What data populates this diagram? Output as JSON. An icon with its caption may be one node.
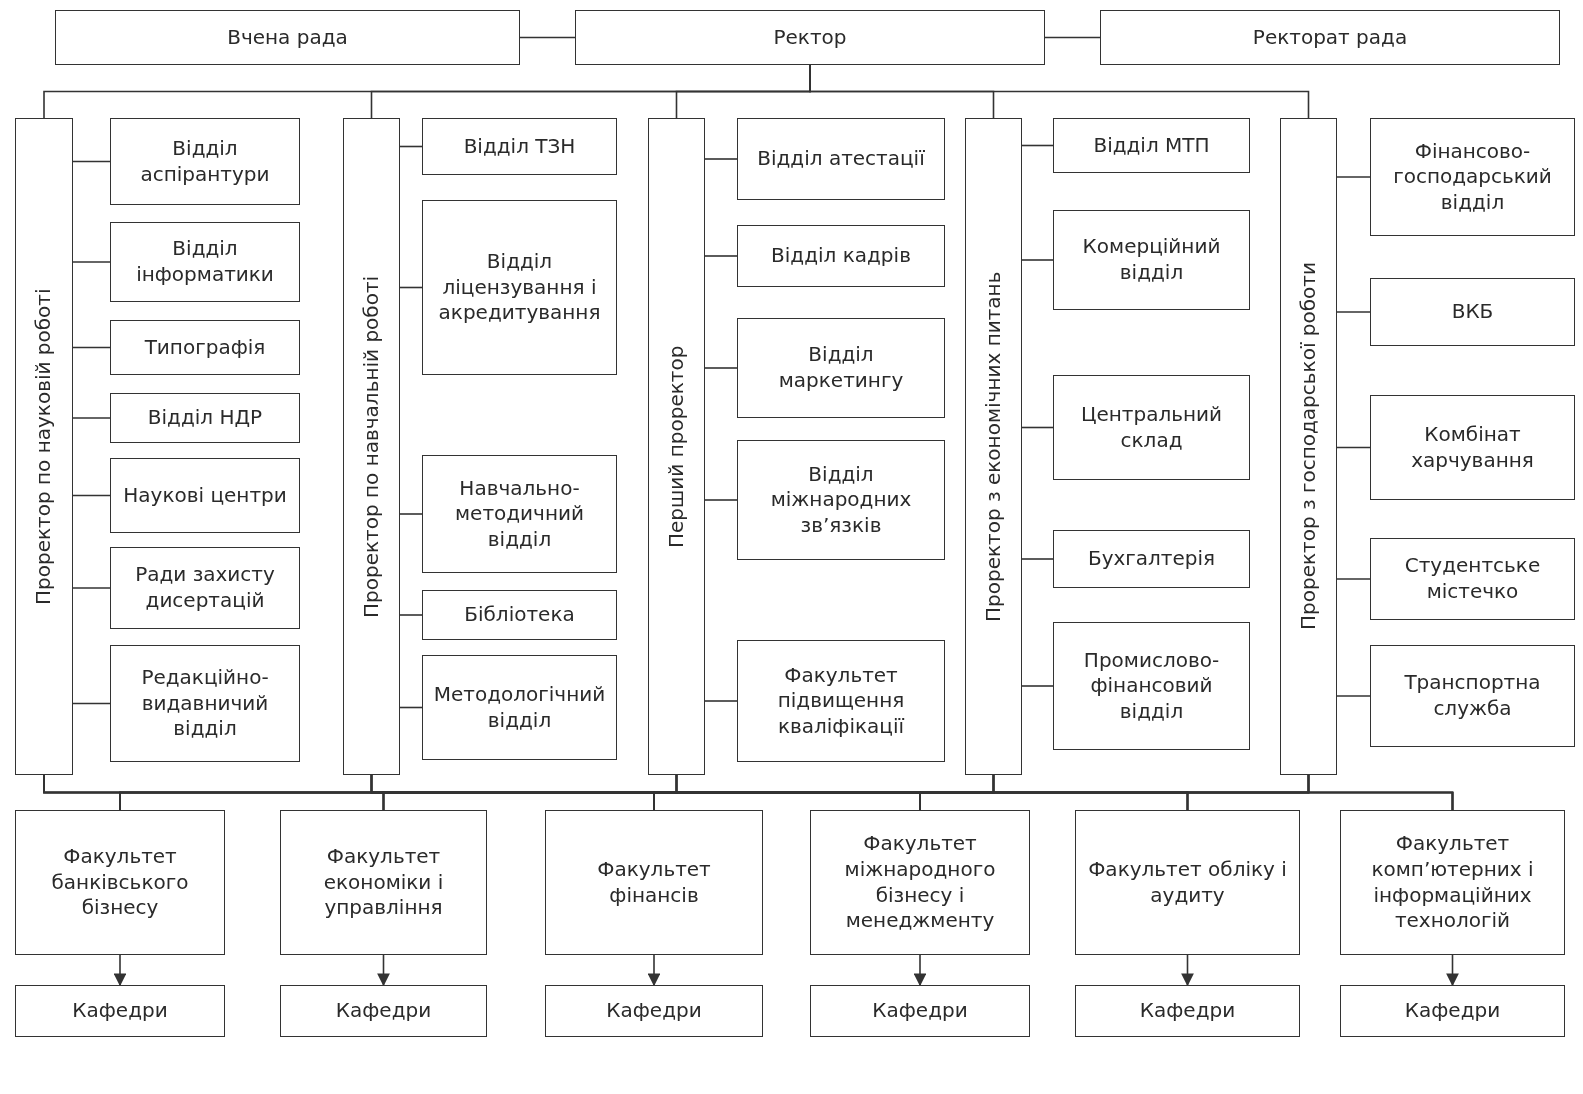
{
  "diagram": {
    "nodes": [
      {
        "text": [
          "Вчена рада"
        ]
      },
      {
        "text": [
          "Ректор"
        ]
      },
      {
        "text": [
          "Ректорат рада"
        ]
      },
      {
        "text": [
          "Проректор по науковій роботі"
        ]
      },
      {
        "text": [
          "Відділ аспірантури"
        ]
      },
      {
        "text": [
          "Відділ інформатики"
        ]
      },
      {
        "text": [
          "Типографія"
        ]
      },
      {
        "text": [
          "Відділ НДР"
        ]
      },
      {
        "text": [
          "Наукові центри"
        ]
      },
      {
        "text": [
          "Ради захисту дисертацій"
        ]
      },
      {
        "text": [
          "Редакційно-видавничий відділ"
        ]
      },
      {
        "text": [
          "Проректор по навчальній роботі"
        ]
      },
      {
        "text": [
          "Відділ ТЗН"
        ]
      },
      {
        "text": [
          "Відділ ліцензування і акредитування"
        ]
      },
      {
        "text": [
          "Навчально-методичний відділ"
        ]
      },
      {
        "text": [
          "Бібліотека"
        ]
      },
      {
        "text": [
          "Методологічний відділ"
        ]
      },
      {
        "text": [
          "Перший проректор"
        ]
      },
      {
        "text": [
          "Відділ атестації"
        ]
      },
      {
        "text": [
          "Відділ кадрів"
        ]
      },
      {
        "text": [
          "Відділ маркетингу"
        ]
      },
      {
        "text": [
          "Відділ міжнародних зв’язків"
        ]
      },
      {
        "text": [
          "Факультет підвищення кваліфікації"
        ]
      },
      {
        "text": [
          "Проректор з економічних питань"
        ]
      },
      {
        "text": [
          "Відділ МТП"
        ]
      },
      {
        "text": [
          "Комерційний відділ"
        ]
      },
      {
        "text": [
          "Центральний склад"
        ]
      },
      {
        "text": [
          "Бухгалтерія"
        ]
      },
      {
        "text": [
          "Промислово-фінансовий відділ"
        ]
      },
      {
        "text": [
          "Проректор з господарської роботи"
        ]
      },
      {
        "text": [
          "Фінансово-господарський відділ"
        ]
      },
      {
        "text": [
          "ВКБ"
        ]
      },
      {
        "text": [
          "Комбінат харчування"
        ]
      },
      {
        "text": [
          "Студентське містечко"
        ]
      },
      {
        "text": [
          "Транспортна служба"
        ]
      },
      {
        "text": [
          "Факультет банківського бізнесу"
        ]
      },
      {
        "text": [
          "Факультет економіки і управління"
        ]
      },
      {
        "text": [
          "Факультет фінансів"
        ]
      },
      {
        "text": [
          "Факультет міжнародного бізнесу і менеджменту"
        ]
      },
      {
        "text": [
          "Факультет обліку і аудиту"
        ]
      },
      {
        "text": [
          "Факультет комп’ютерних і інформаційних технологій"
        ]
      },
      {
        "text": [
          "Кафедри"
        ]
      },
      {
        "text": [
          "Кафедри"
        ]
      },
      {
        "text": [
          "Кафедри"
        ]
      },
      {
        "text": [
          "Кафедри"
        ]
      },
      {
        "text": [
          "Кафедри"
        ]
      },
      {
        "text": [
          "Кафедри"
        ]
      }
    ],
    "edges": [
      {
        "from": 0,
        "to": 1,
        "arrow": "none"
      },
      {
        "from": 1,
        "to": 2,
        "arrow": "none"
      },
      {
        "from": 1,
        "to": 3,
        "arrow": "none"
      },
      {
        "from": 1,
        "to": 11,
        "arrow": "none"
      },
      {
        "from": 1,
        "to": 17,
        "arrow": "none"
      },
      {
        "from": 1,
        "to": 23,
        "arrow": "none"
      },
      {
        "from": 1,
        "to": 29,
        "arrow": "none"
      },
      {
        "from": 3,
        "to": 4,
        "arrow": "none"
      },
      {
        "from": 3,
        "to": 5,
        "arrow": "none"
      },
      {
        "from": 3,
        "to": 6,
        "arrow": "none"
      },
      {
        "from": 3,
        "to": 7,
        "arrow": "none"
      },
      {
        "from": 3,
        "to": 8,
        "arrow": "none"
      },
      {
        "from": 3,
        "to": 9,
        "arrow": "none"
      },
      {
        "from": 3,
        "to": 10,
        "arrow": "none"
      },
      {
        "from": 11,
        "to": 12,
        "arrow": "none"
      },
      {
        "from": 11,
        "to": 13,
        "arrow": "none"
      },
      {
        "from": 11,
        "to": 14,
        "arrow": "none"
      },
      {
        "from": 11,
        "to": 15,
        "arrow": "none"
      },
      {
        "from": 11,
        "to": 16,
        "arrow": "none"
      },
      {
        "from": 17,
        "to": 18,
        "arrow": "none"
      },
      {
        "from": 17,
        "to": 19,
        "arrow": "none"
      },
      {
        "from": 17,
        "to": 20,
        "arrow": "none"
      },
      {
        "from": 17,
        "to": 21,
        "arrow": "none"
      },
      {
        "from": 17,
        "to": 22,
        "arrow": "none"
      },
      {
        "from": 23,
        "to": 24,
        "arrow": "none"
      },
      {
        "from": 23,
        "to": 25,
        "arrow": "none"
      },
      {
        "from": 23,
        "to": 26,
        "arrow": "none"
      },
      {
        "from": 23,
        "to": 27,
        "arrow": "none"
      },
      {
        "from": 23,
        "to": 28,
        "arrow": "none"
      },
      {
        "from": 29,
        "to": 30,
        "arrow": "none"
      },
      {
        "from": 29,
        "to": 31,
        "arrow": "none"
      },
      {
        "from": 29,
        "to": 32,
        "arrow": "none"
      },
      {
        "from": 29,
        "to": 33,
        "arrow": "none"
      },
      {
        "from": 29,
        "to": 34,
        "arrow": "none"
      },
      {
        "from": 3,
        "to": 35,
        "arrow": "none"
      },
      {
        "from": 3,
        "to": 36,
        "arrow": "none"
      },
      {
        "from": 3,
        "to": 37,
        "arrow": "none"
      },
      {
        "from": 3,
        "to": 38,
        "arrow": "none"
      },
      {
        "from": 3,
        "to": 39,
        "arrow": "none"
      },
      {
        "from": 3,
        "to": 40,
        "arrow": "none"
      },
      {
        "from": 11,
        "to": 35,
        "arrow": "none"
      },
      {
        "from": 11,
        "to": 36,
        "arrow": "none"
      },
      {
        "from": 11,
        "to": 37,
        "arrow": "none"
      },
      {
        "from": 11,
        "to": 38,
        "arrow": "none"
      },
      {
        "from": 11,
        "to": 39,
        "arrow": "none"
      },
      {
        "from": 11,
        "to": 40,
        "arrow": "none"
      },
      {
        "from": 17,
        "to": 35,
        "arrow": "none"
      },
      {
        "from": 17,
        "to": 36,
        "arrow": "none"
      },
      {
        "from": 17,
        "to": 37,
        "arrow": "none"
      },
      {
        "from": 17,
        "to": 38,
        "arrow": "none"
      },
      {
        "from": 17,
        "to": 39,
        "arrow": "none"
      },
      {
        "from": 17,
        "to": 40,
        "arrow": "none"
      },
      {
        "from": 23,
        "to": 35,
        "arrow": "none"
      },
      {
        "from": 23,
        "to": 36,
        "arrow": "none"
      },
      {
        "from": 23,
        "to": 37,
        "arrow": "none"
      },
      {
        "from": 23,
        "to": 38,
        "arrow": "none"
      },
      {
        "from": 23,
        "to": 39,
        "arrow": "none"
      },
      {
        "from": 23,
        "to": 40,
        "arrow": "none"
      },
      {
        "from": 29,
        "to": 35,
        "arrow": "none"
      },
      {
        "from": 29,
        "to": 36,
        "arrow": "none"
      },
      {
        "from": 29,
        "to": 37,
        "arrow": "none"
      },
      {
        "from": 29,
        "to": 38,
        "arrow": "none"
      },
      {
        "from": 29,
        "to": 39,
        "arrow": "none"
      },
      {
        "from": 29,
        "to": 40,
        "arrow": "none"
      },
      {
        "from": 35,
        "to": 41,
        "arrow": "to"
      },
      {
        "from": 36,
        "to": 42,
        "arrow": "to"
      },
      {
        "from": 37,
        "to": 43,
        "arrow": "to"
      },
      {
        "from": 38,
        "to": 44,
        "arrow": "to"
      },
      {
        "from": 39,
        "to": 45,
        "arrow": "to"
      },
      {
        "from": 40,
        "to": 46,
        "arrow": "to"
      }
    ]
  }
}
